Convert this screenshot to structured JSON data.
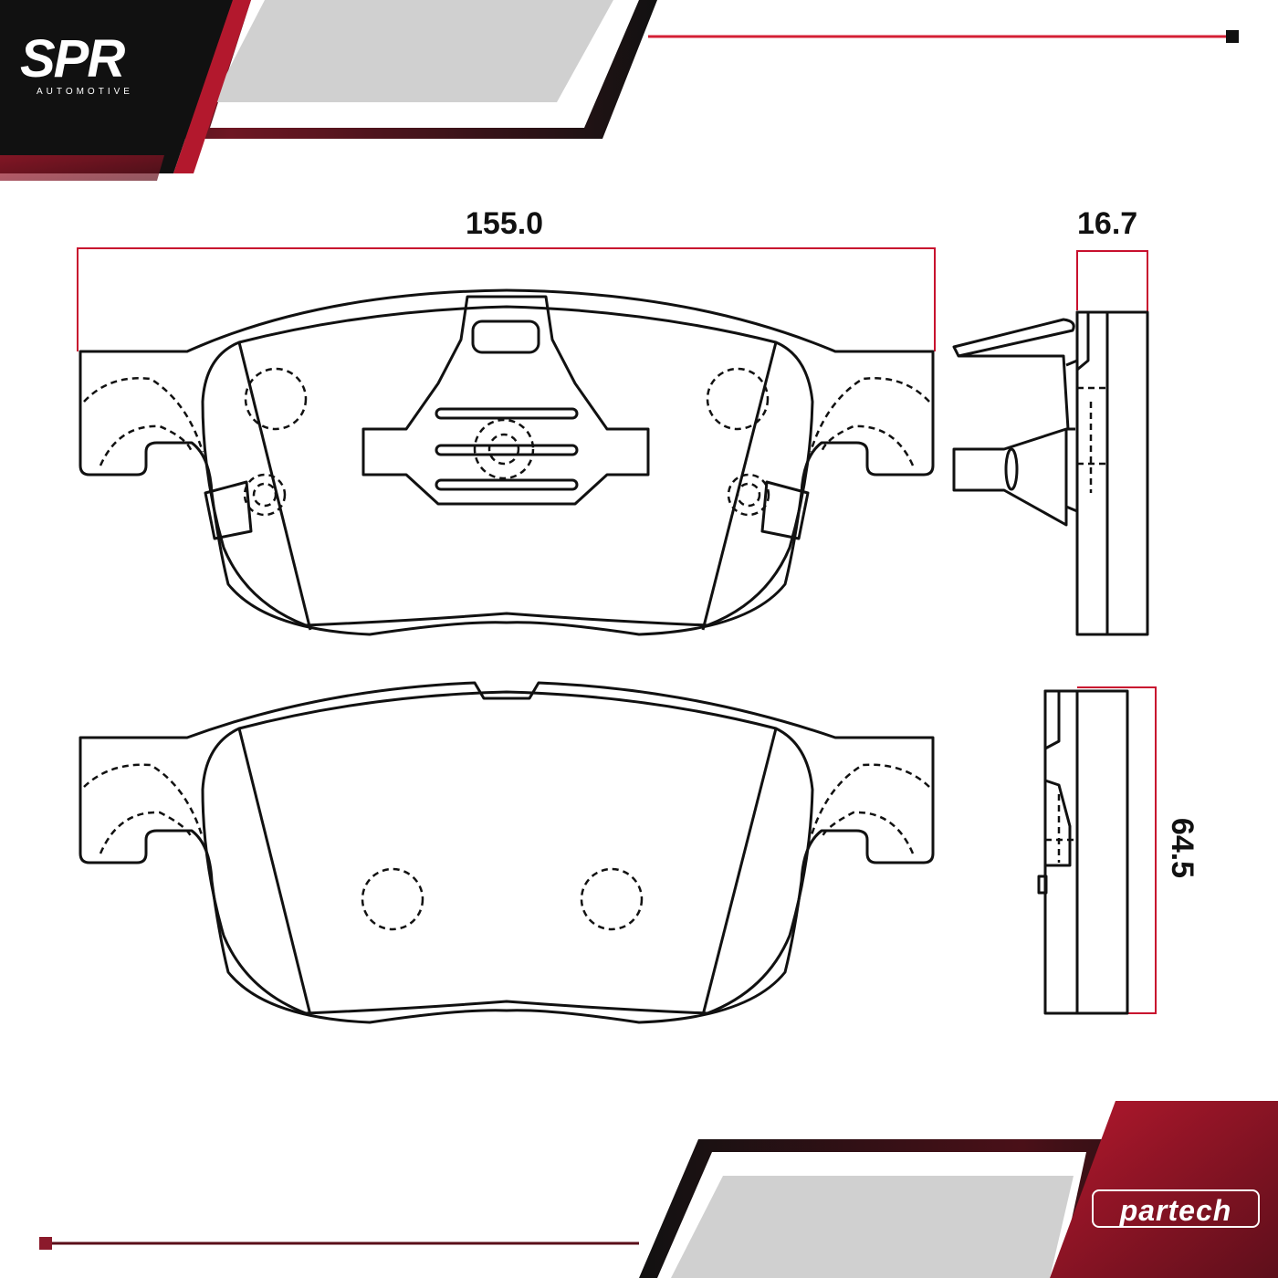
{
  "brand": {
    "logo_text": "SPR",
    "logo_subtitle": "AUTOMOTIVE",
    "partner_logo": "partech"
  },
  "dimensions": {
    "width": "155.0",
    "thickness": "16.7",
    "height": "64.5"
  },
  "colors": {
    "accent_red": "#c8102e",
    "dark_red": "#8b1a2b",
    "black": "#111111",
    "gray_band": "#cfcfcf",
    "line": "#111111"
  }
}
